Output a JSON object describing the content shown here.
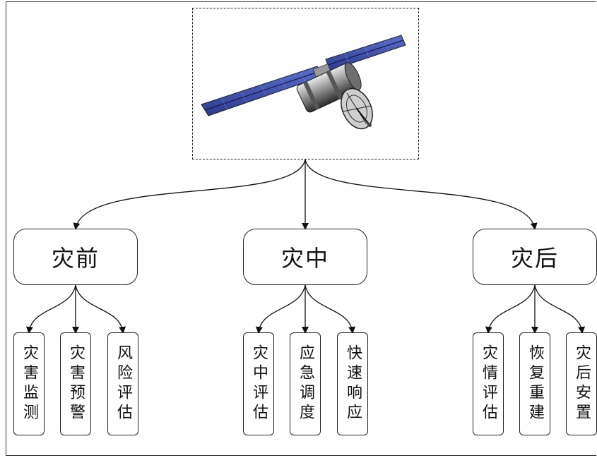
{
  "image": {
    "icon": "satellite-icon"
  },
  "phases": [
    {
      "label": "灾前",
      "tasks": [
        "灾害监测",
        "灾害预警",
        "风险评估"
      ]
    },
    {
      "label": "灾中",
      "tasks": [
        "灾中评估",
        "应急调度",
        "快速响应"
      ]
    },
    {
      "label": "灾后",
      "tasks": [
        "灾情评估",
        "恢复重建",
        "灾后安置"
      ]
    }
  ]
}
